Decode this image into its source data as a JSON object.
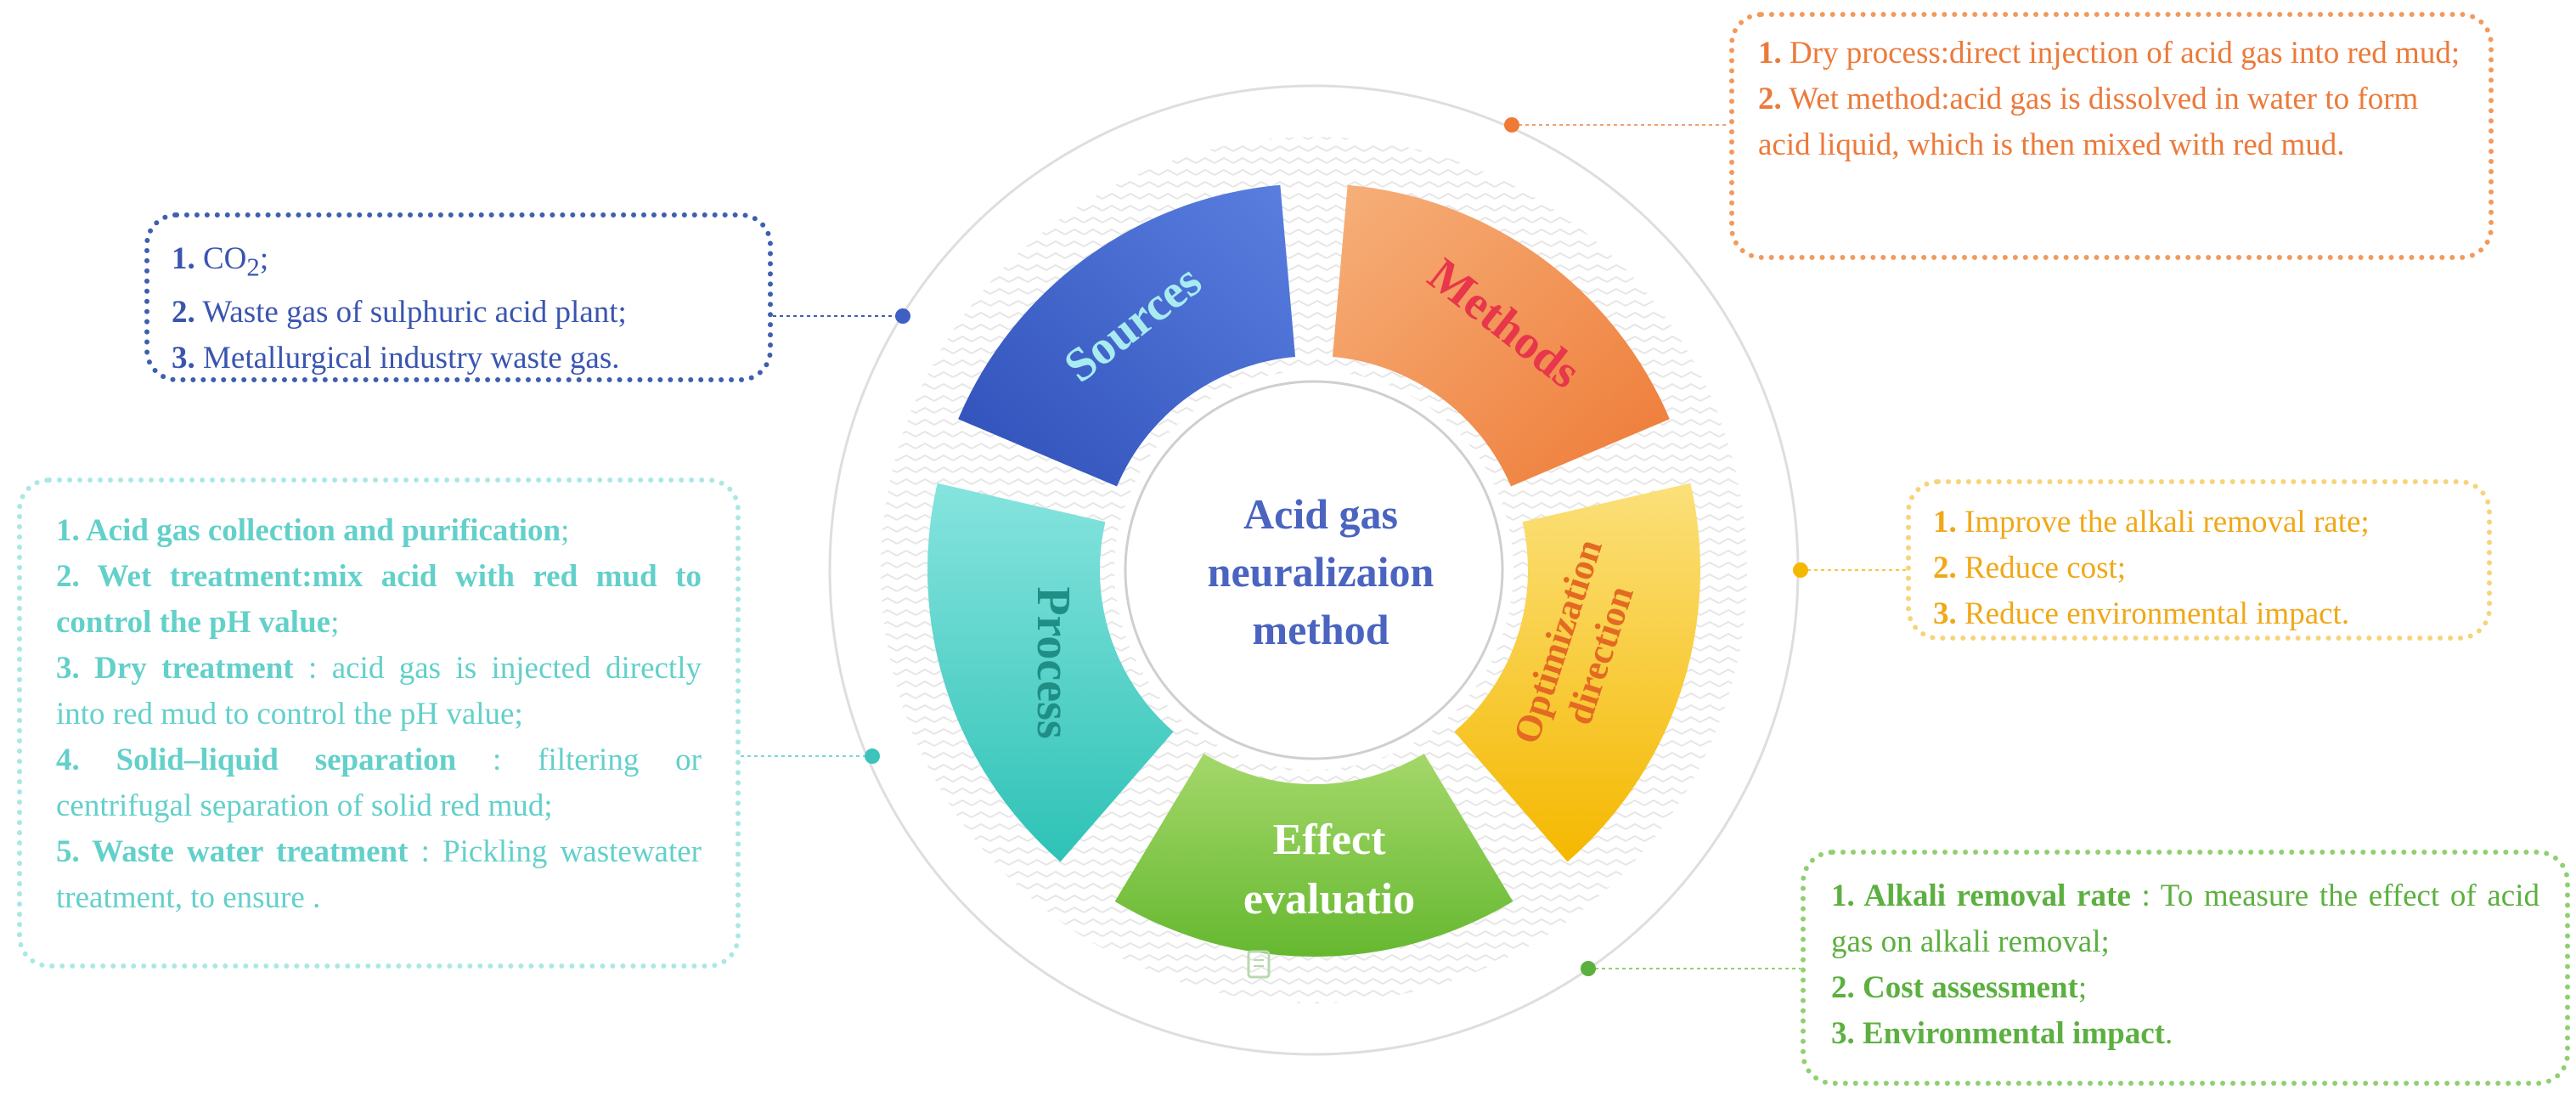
{
  "center": {
    "line1": "Acid gas",
    "line2": "neuralizaion",
    "line3": "method"
  },
  "segments": {
    "sources": "Sources",
    "methods": "Methods",
    "optim_line1": "Optimization",
    "optim_line2": "direction",
    "effect_line1": "Effect",
    "effect_line2": "evaluatio",
    "process": "Process"
  },
  "sources_box": {
    "items": [
      {
        "num": "1.",
        "text": "CO",
        "sub": "2",
        "after": ";"
      },
      {
        "num": "2.",
        "text": "Waste gas of sulphuric acid plant;"
      },
      {
        "num": "3.",
        "text": "Metallurgical industry waste gas."
      }
    ]
  },
  "methods_box": {
    "items": [
      {
        "num": "1.",
        "text": "Dry process:direct injection of acid gas into red mud;"
      },
      {
        "num": "2.",
        "text": "Wet method:acid gas is dissolved in water to form acid liquid, which is then mixed with red mud."
      }
    ]
  },
  "optim_box": {
    "items": [
      {
        "num": "1.",
        "text": "Improve the alkali removal rate;"
      },
      {
        "num": "2.",
        "text": "Reduce cost;"
      },
      {
        "num": "3.",
        "text": "Reduce environmental impact."
      }
    ]
  },
  "process_box": {
    "items": [
      {
        "text": "1. Acid gas collection and purification",
        "after": ";"
      },
      {
        "text": "2. Wet treatment:mix acid with red mud to control the pH value",
        "after": ";"
      },
      {
        "head": "3. Dry treatment",
        "text": " : acid gas is injected directly into red mud to control the pH value;"
      },
      {
        "head": "4. Solid–liquid separation",
        "text": " : filtering or centrifugal separation of solid red mud;"
      },
      {
        "head": "5. Waste water treatment",
        "text": " : Pickling wastewater treatment, to ensure ."
      }
    ]
  },
  "effect_box": {
    "items": [
      {
        "head": "1. Alkali removal rate",
        "text": " : To measure the effect of acid gas on alkali removal;"
      },
      {
        "head": "2. Cost assessment",
        "text": ";"
      },
      {
        "head": "3. Environmental impact",
        "text": "."
      }
    ]
  },
  "colors": {
    "sources": "#3e5fc4",
    "methods": "#f08a4b",
    "optim": "#f7c53a",
    "effect": "#8cc94e",
    "process": "#4ed0c6",
    "center_text": "#4a64c0",
    "sources_label": "#a8ecf2",
    "methods_label": "#e8364a",
    "optim_label": "#e36a22",
    "effect_label": "#ffffff",
    "process_label": "#1f8f86"
  }
}
